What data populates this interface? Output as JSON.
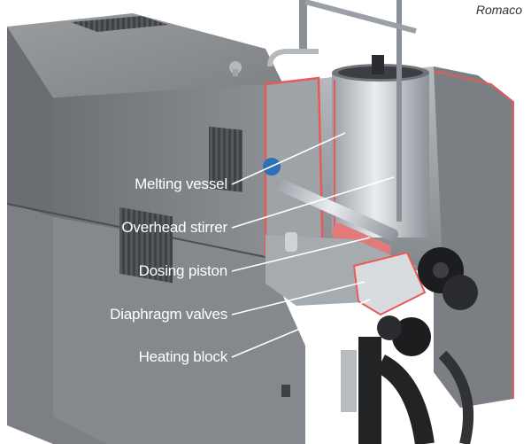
{
  "credit": "Romaco",
  "labels": [
    {
      "text": "Melting vessel"
    },
    {
      "text": "Overhead stirrer"
    },
    {
      "text": "Dosing piston"
    },
    {
      "text": "Diaphragm valves"
    },
    {
      "text": "Heating block"
    }
  ],
  "colors": {
    "cabinet": "#8a8d90",
    "cabinet_dark": "#5e6165",
    "cutaway_edge": "#e85a5a",
    "steel": "#c9ced3",
    "label_text": "#ffffff",
    "valve_black": "#1c1d1f"
  }
}
